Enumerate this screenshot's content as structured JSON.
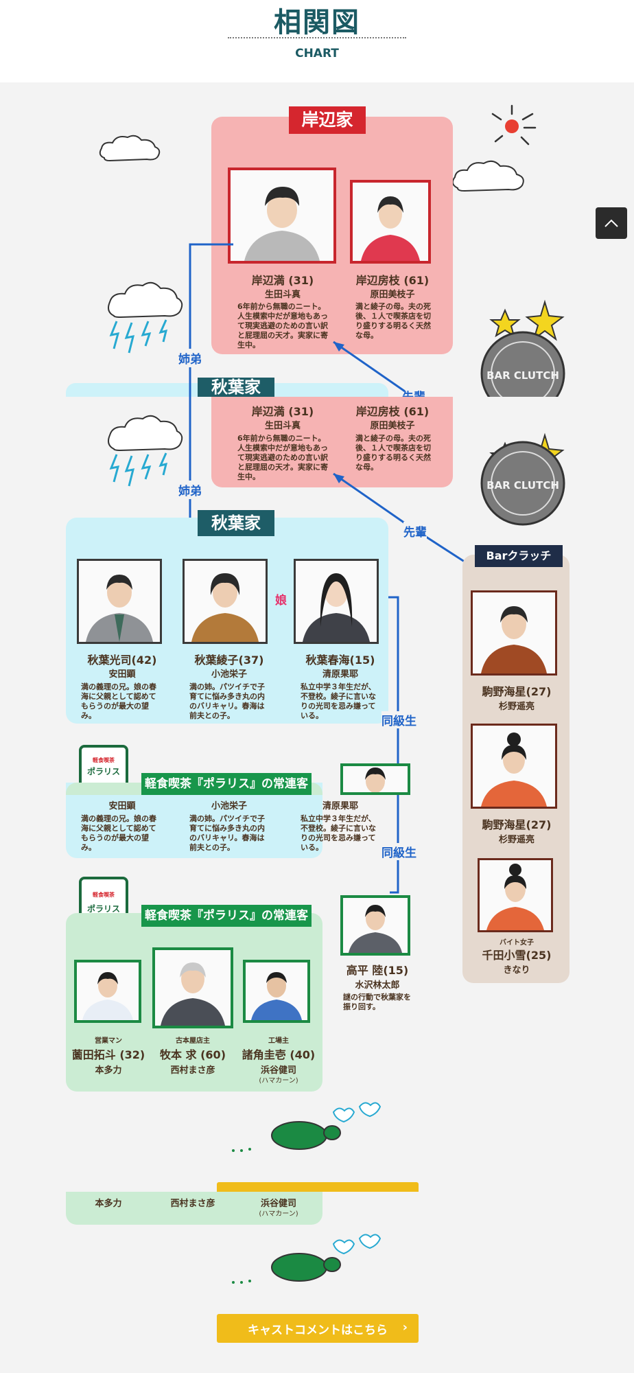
{
  "header": {
    "title": "相関図",
    "subtitle": "CHART"
  },
  "families": {
    "kishibe": {
      "label": "岸辺家"
    },
    "akiba": {
      "label": "秋葉家"
    },
    "polaris": {
      "label": "軽食喫茶『ポラリス』の常連客"
    },
    "bar": {
      "label": "Barクラッチ"
    }
  },
  "signs": {
    "polaris_top": "軽食喫茶",
    "polaris_name": "ポラリス",
    "bar_clutch": "BAR CLUTCH"
  },
  "relations": {
    "sister_brother": "姉弟",
    "senpai": "先輩",
    "daughter": "娘",
    "classmate": "同級生"
  },
  "people": {
    "mitsuru": {
      "name": "岸辺満 (31)",
      "actor": "生田斗真",
      "desc": "6年前から無職のニート。人生模索中だが意地もあって現実逃避のための言い訳と屁理屈の天才。実家に寄生中。"
    },
    "fusae": {
      "name": "岸辺房枝 (61)",
      "actor": "原田美枝子",
      "desc": "満と綾子の母。夫の死後、１人で喫茶店を切り盛りする明るく天然な母。"
    },
    "koji": {
      "name": "秋葉光司(42)",
      "actor": "安田顕",
      "desc": "満の義理の兄。娘の春海に父親として認めてもらうのが最大の望み。"
    },
    "ayako": {
      "name": "秋葉綾子(37)",
      "actor": "小池栄子",
      "desc": "満の姉。パツイチで子育てに悩み多き丸の内のバリキャリ。春海は前夫との子。"
    },
    "harumi": {
      "name": "秋葉春海(15)",
      "actor": "清原果耶",
      "desc": "私立中学３年生だが、不登校。綾子に言いなりの光司を忌み嫌っている。"
    },
    "riku": {
      "name": "高平 陸(15)",
      "actor": "水沢林太郎",
      "desc": "謎の行動で秋葉家を振り回す。"
    },
    "sonoda": {
      "role": "営業マン",
      "name": "薗田拓斗 (32)",
      "actor": "本多力"
    },
    "makimoto": {
      "role": "古本屋店主",
      "name": "牧本 求 (60)",
      "actor": "西村まさ彦"
    },
    "morozumi": {
      "role": "工場主",
      "name": "諸角圭壱 (40)",
      "actor": "浜谷健司",
      "actor_note": "(ハマカーン)"
    },
    "komano1": {
      "name": "駒野海星(27)",
      "actor": "杉野遥亮"
    },
    "komano2": {
      "name": "駒野海星(27)",
      "actor": "杉野遥亮"
    },
    "chida": {
      "role": "バイト女子",
      "name": "千田小雪(25)",
      "actor": "きなり"
    }
  },
  "cta": {
    "label": "キャストコメントはこちら"
  },
  "colors": {
    "accent_teal": "#1e5d67",
    "kishibe_red": "#d5262e",
    "polaris_green": "#18964b",
    "cta_yellow": "#f0bc1a",
    "relation_blue": "#1f63c8"
  }
}
